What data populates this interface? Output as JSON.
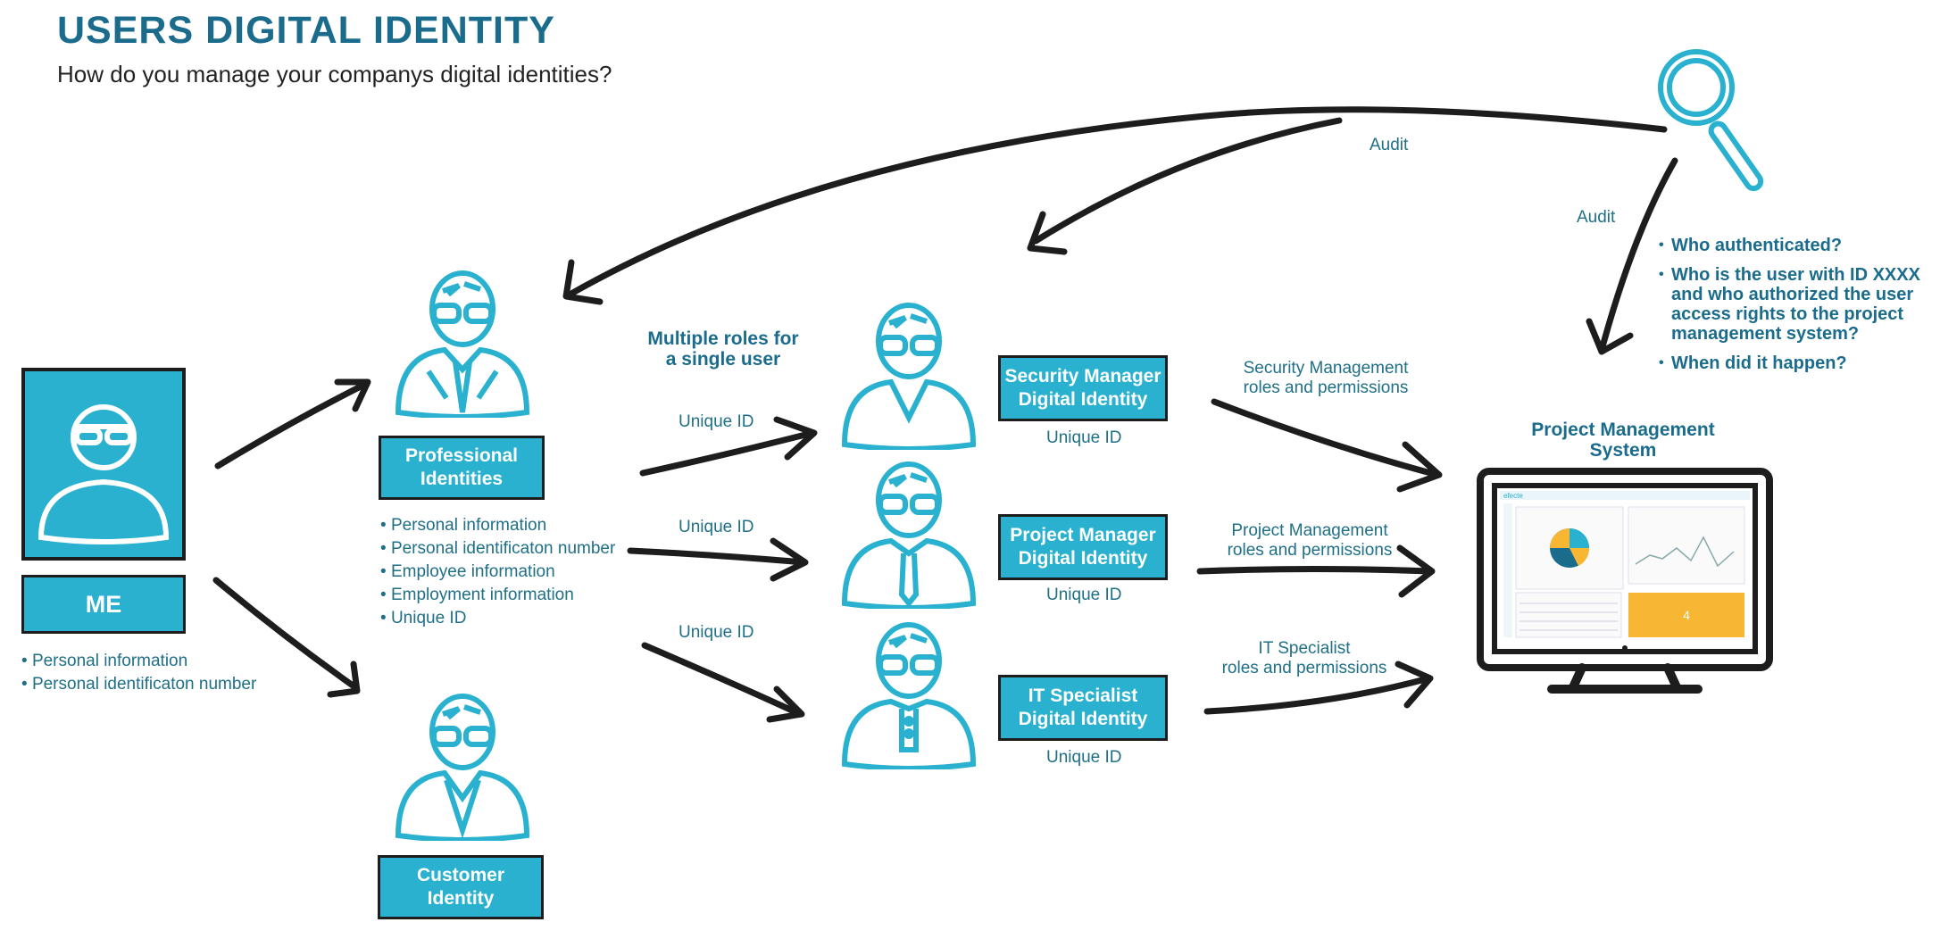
{
  "header": {
    "title": "USERS DIGITAL IDENTITY",
    "subtitle": "How do you manage your companys digital identities?"
  },
  "me": {
    "label": "ME",
    "bullets": [
      "Personal information",
      "Personal identificaton number"
    ]
  },
  "professional": {
    "line1": "Professional",
    "line2": "Identities",
    "bullets": [
      "Personal information",
      "Personal identificaton number",
      "Employee information",
      "Employment information",
      "Unique ID"
    ]
  },
  "customer": {
    "line1": "Customer",
    "line2": "Identity"
  },
  "roles_note": {
    "line1": "Multiple roles for",
    "line2": "a single user"
  },
  "unique_id": "Unique ID",
  "identities": [
    {
      "line1": "Security Manager",
      "line2": "Digital Identity",
      "roles1": "Security Management",
      "roles2": "roles and permissions"
    },
    {
      "line1": "Project Manager",
      "line2": "Digital Identity",
      "roles1": "Project Management",
      "roles2": "roles and permissions"
    },
    {
      "line1": "IT Specialist",
      "line2": "Digital Identity",
      "roles1": "IT Specialist",
      "roles2": "roles and permissions"
    }
  ],
  "system": {
    "line1": "Project Management",
    "line2": "System",
    "screen_logo": "efecte",
    "tile_value": "4"
  },
  "audit": {
    "label": "Audit",
    "questions": [
      "Who authenticated?",
      "Who is the user with ID XXXX and who authorized the user access rights to the project management system?",
      "When did it happen?"
    ]
  },
  "colors": {
    "accent": "#29b1cf",
    "title": "#1b6c8c",
    "text": "#1f6f86",
    "ink": "#1d1d1d",
    "tile": "#f7b733"
  }
}
